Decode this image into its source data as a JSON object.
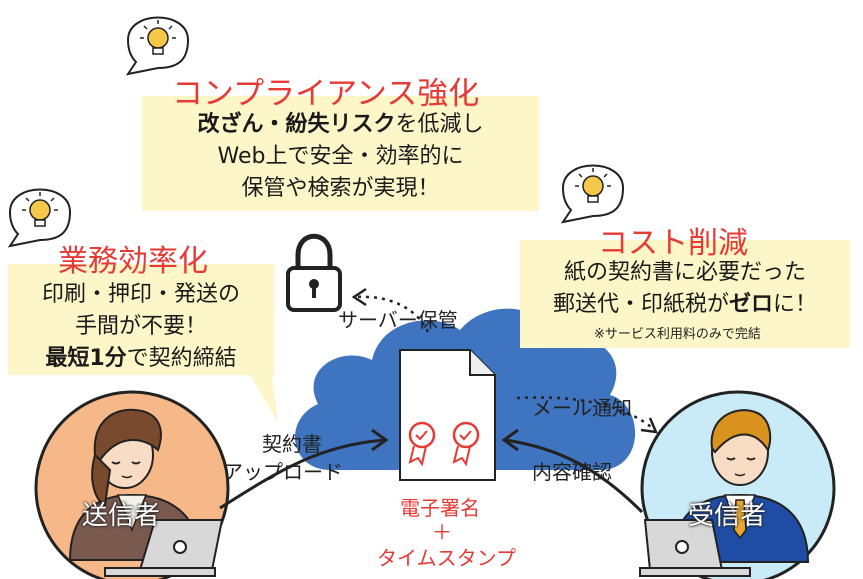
{
  "compliance": {
    "title": "コンプライアンス強化",
    "line1_bold": "改ざん・紛失リスク",
    "line1_rest": "を低減し",
    "line2": "Web上で安全・効率的に",
    "line3": "保管や検索が実現！"
  },
  "efficiency": {
    "title": "業務効率化",
    "line1": "印刷・押印・発送の",
    "line2": "手間が不要！",
    "line3_bold": "最短1分",
    "line3_rest": "で契約締結"
  },
  "cost": {
    "title": "コスト削減",
    "line1": "紙の契約書に必要だった",
    "line2_pre": "郵送代・印紙税が",
    "line2_bold": "ゼロ",
    "line2_post": "に！",
    "note": "※サービス利用料のみで完結"
  },
  "flow": {
    "server": "サーバー保管",
    "mail": "メール通知",
    "upload_line1": "契約書",
    "upload_line2": "アップロード",
    "confirm": "内容確認",
    "esign_line1": "電子署名",
    "esign_plus": "＋",
    "esign_line2": "タイムスタンプ"
  },
  "sender": {
    "label": "送信者"
  },
  "receiver": {
    "label": "受信者"
  },
  "colors": {
    "accent": "#e63a36",
    "bubble": "#fdf6c9",
    "cloud": "#3f74c1",
    "sender_bg": "#f6b888",
    "receiver_bg": "#c9ebf7"
  }
}
